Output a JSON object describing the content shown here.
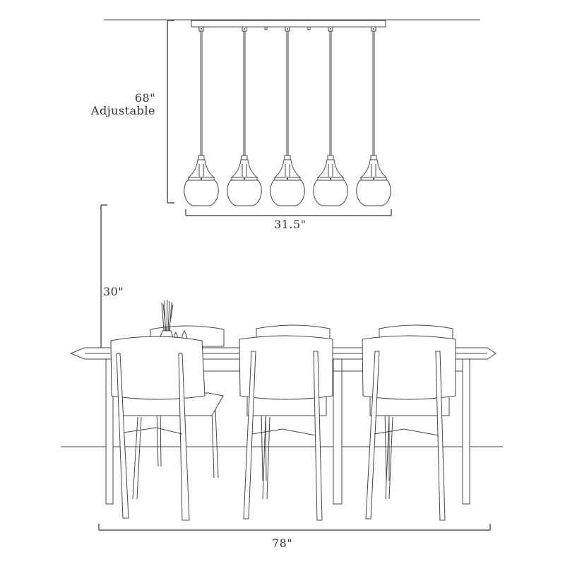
{
  "diagram": {
    "type": "product-dimension-drawing",
    "subject": "5-light linear pendant fixture over dining table with six chairs",
    "pendant_count": 5,
    "chair_count": 6,
    "line_color": "#444444",
    "background": "#ffffff"
  },
  "dimensions": {
    "fixture_height": {
      "value": "68\"",
      "note": "Adjustable"
    },
    "fixture_width": {
      "value": "31.5\""
    },
    "table_height": {
      "value": "30\""
    },
    "overall_width": {
      "value": "78\""
    }
  }
}
